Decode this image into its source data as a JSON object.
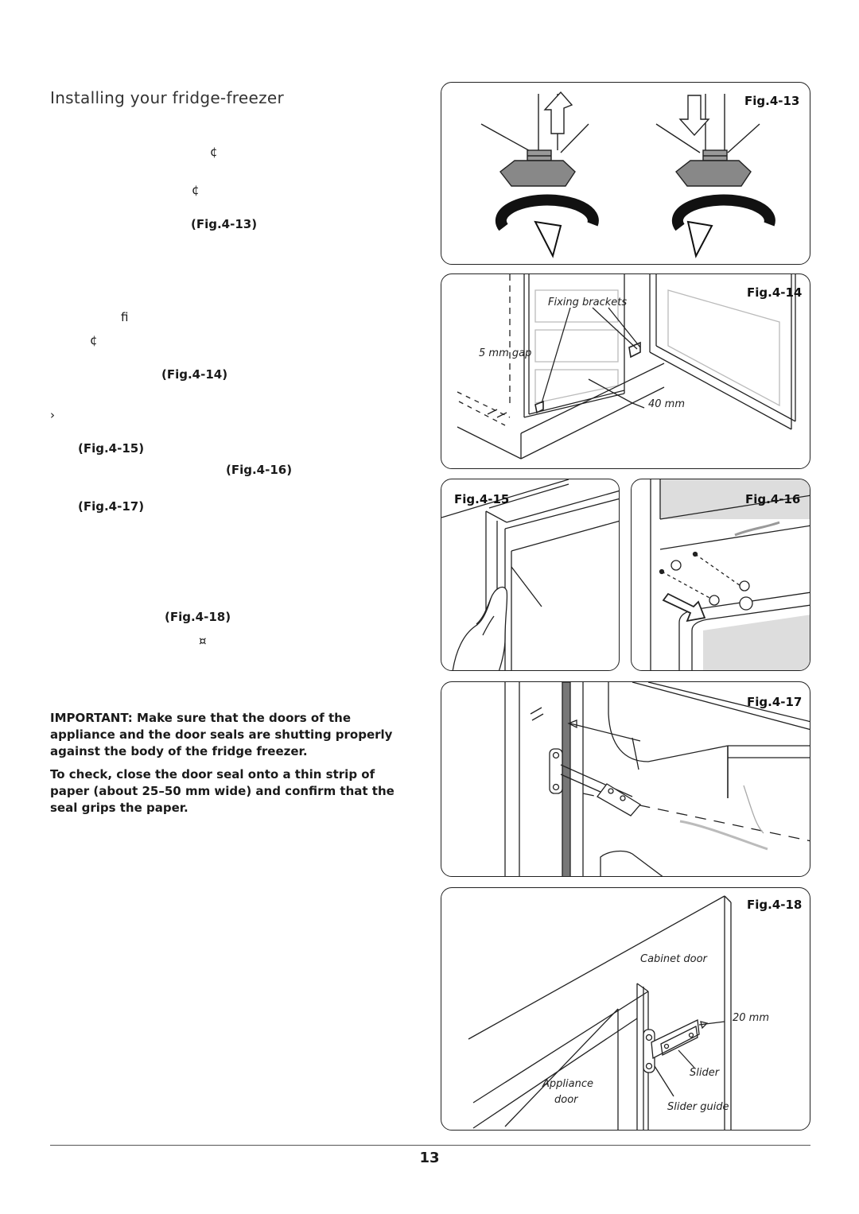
{
  "page": {
    "title": "Installing your fridge-freezer",
    "page_number": "13"
  },
  "left_column": {
    "fragments": {
      "f1": "¢",
      "f2": "¢",
      "f3": "fi",
      "f4": "¢",
      "f5": "›",
      "f6": "¤"
    },
    "fig_refs": {
      "r13": "(Fig.4-13)",
      "r14": "(Fig.4-14)",
      "r15": "(Fig.4-15)",
      "r16": "(Fig.4-16)",
      "r17": "(Fig.4-17)",
      "r18": "(Fig.4-18)"
    },
    "important": {
      "label": "IMPORTANT:",
      "text1": "Make sure that the doors of the appliance and the door seals are shutting properly against the body of the fridge freezer.",
      "text2": "To check, close the door seal onto a thin strip of paper (about 25–50 mm wide) and confirm that the seal grips the paper."
    }
  },
  "figures": {
    "fig13": {
      "label": "Fig.4-13"
    },
    "fig14": {
      "label": "Fig.4-14",
      "fixing_brackets": "Fixing brackets",
      "gap": "5 mm gap",
      "depth": "40 mm"
    },
    "fig15": {
      "label": "Fig.4-15"
    },
    "fig16": {
      "label": "Fig.4-16"
    },
    "fig17": {
      "label": "Fig.4-17"
    },
    "fig18": {
      "label": "Fig.4-18",
      "cabinet_door": "Cabinet door",
      "gap": "20 mm",
      "slider": "Slider",
      "appliance_door_1": "Appliance",
      "appliance_door_2": "door",
      "slider_guide": "Slider guide"
    }
  }
}
